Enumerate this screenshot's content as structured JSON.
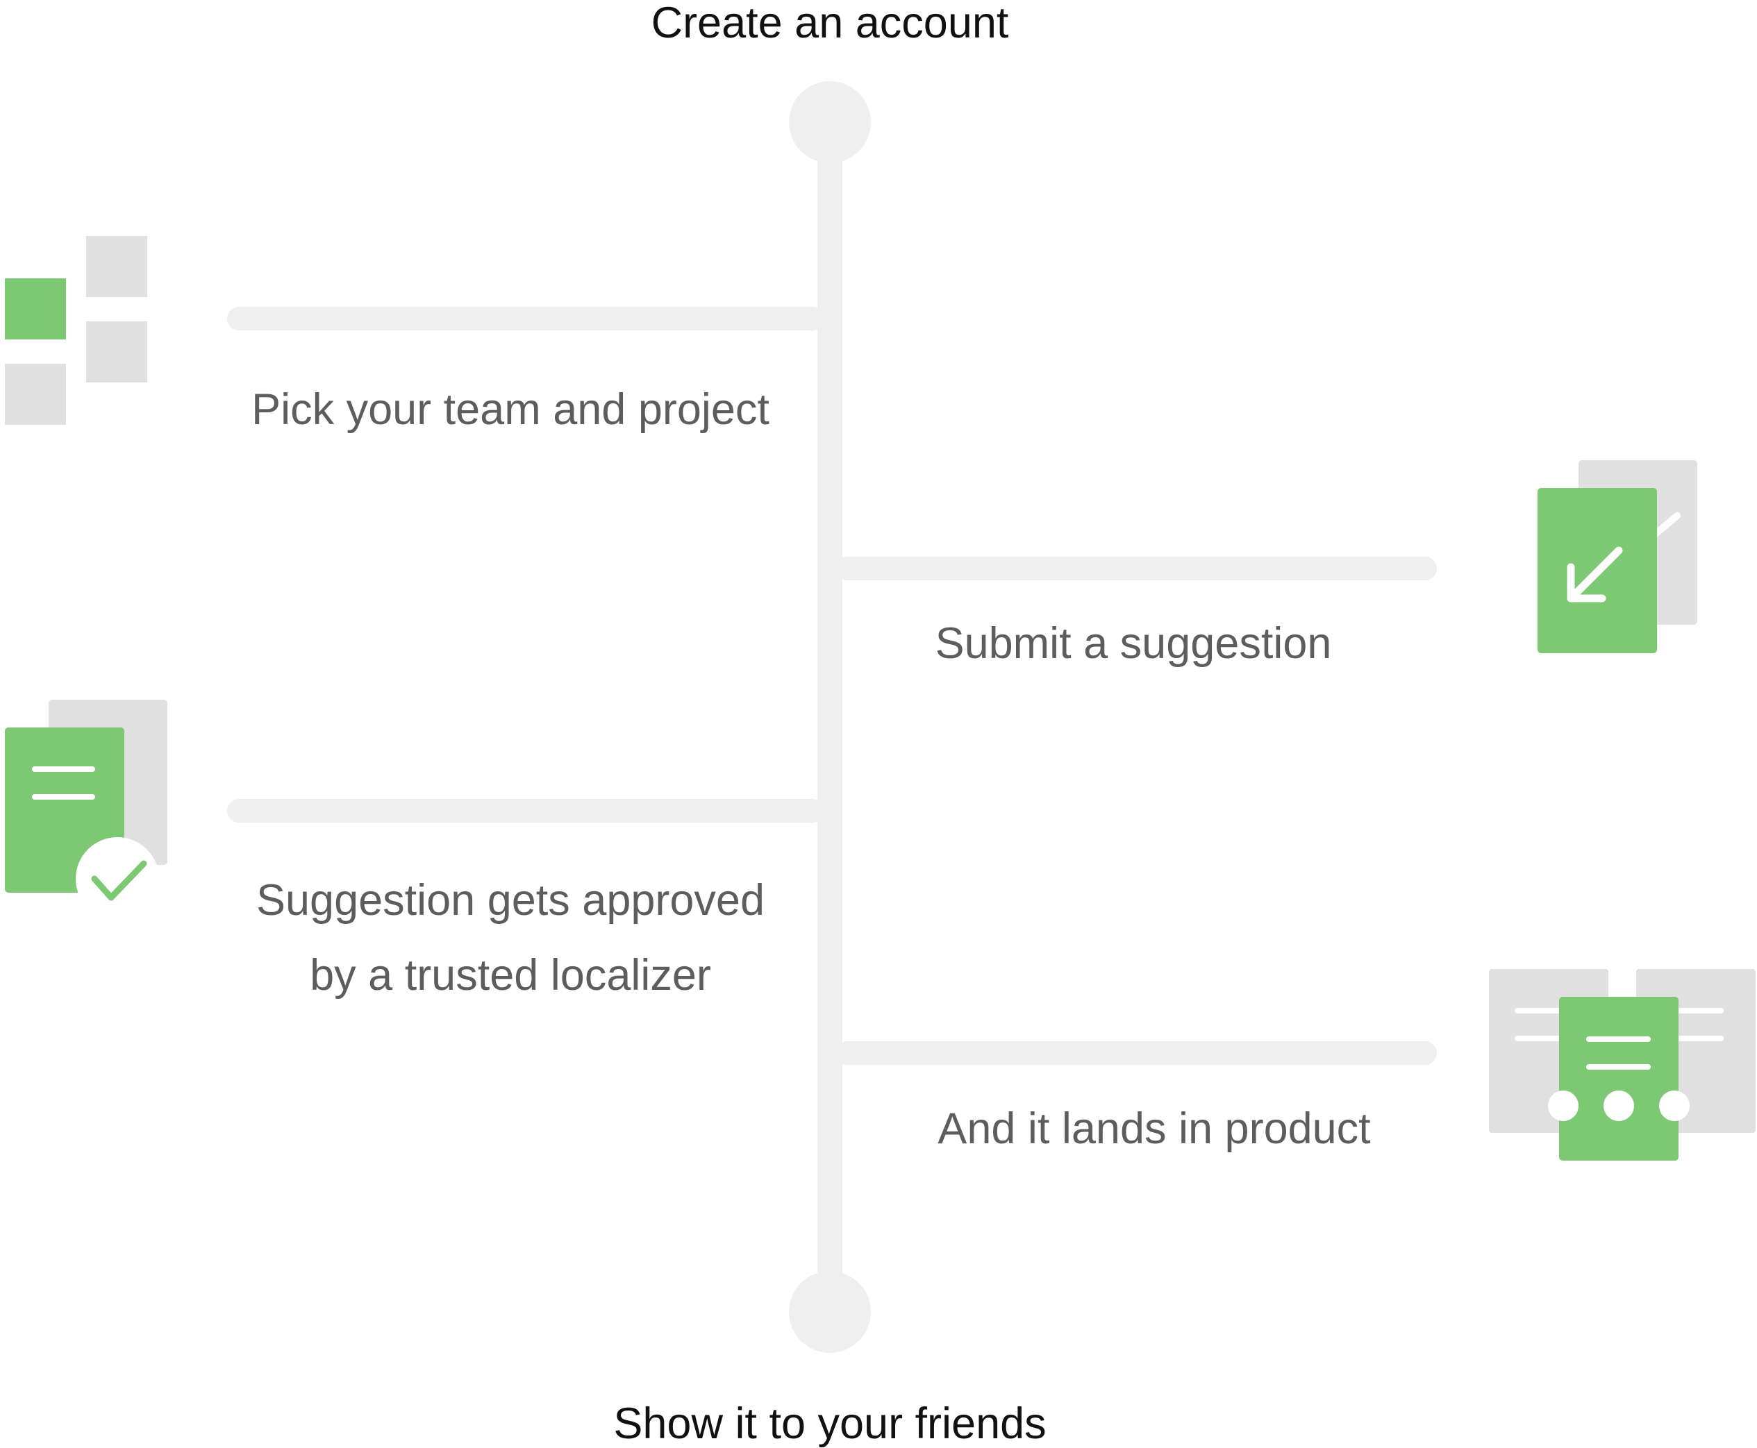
{
  "colors": {
    "accent": "#7dc873",
    "track": "#efefef",
    "tile": "#e0e0e0",
    "end_text": "#111111",
    "step_text": "#5d5d5d"
  },
  "flow": {
    "start": "Create an account",
    "end": "Show it to your friends",
    "steps": [
      {
        "label": "Pick your team and project",
        "side": "left",
        "icon": "grid-squares-icon"
      },
      {
        "label": "Submit a suggestion",
        "side": "right",
        "icon": "document-arrow-icon"
      },
      {
        "label_lines": [
          "Suggestion gets approved",
          "by a trusted localizer"
        ],
        "side": "left",
        "icon": "document-approved-icon"
      },
      {
        "label": "And it lands in product",
        "side": "right",
        "icon": "documents-merge-icon"
      }
    ]
  }
}
